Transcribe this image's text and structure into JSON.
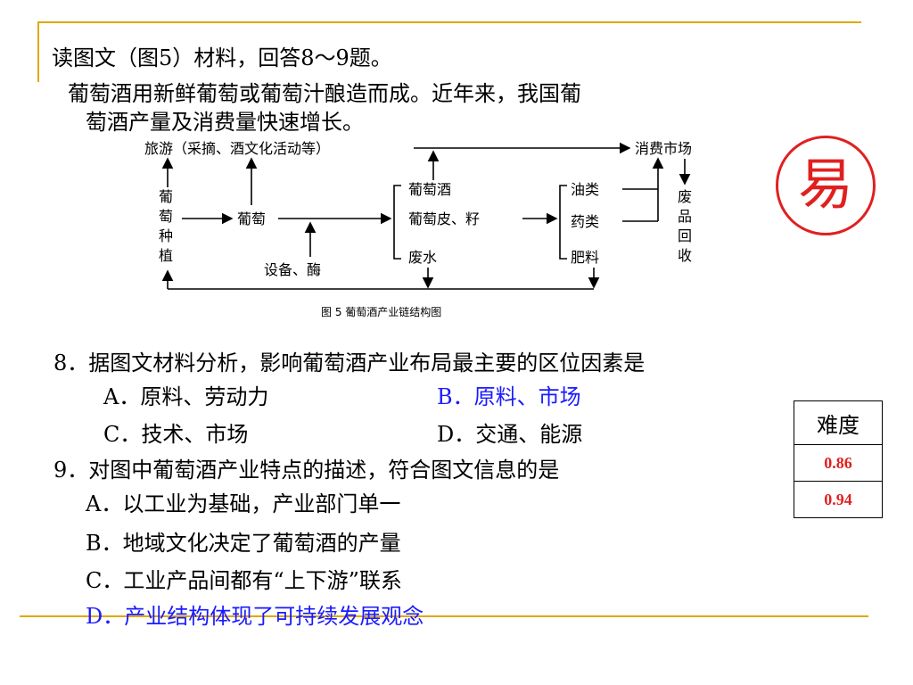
{
  "intro": {
    "line1": "读图文（图5）材料，回答8～9题。",
    "line2": "葡萄酒用新鲜葡萄或葡萄汁酿造而成。近年来，我国葡",
    "line3": "萄酒产量及消费量快速增长。"
  },
  "diagram": {
    "tourism": "旅游（采摘、酒文化活动等）",
    "consumer_market": "消费市场",
    "grape_growing": [
      "葡",
      "萄",
      "种",
      "植"
    ],
    "grape": "葡萄",
    "equipment": "设备、酶",
    "wine": "葡萄酒",
    "skin_seed": "葡萄皮、籽",
    "waste_water": "废水",
    "oils": "油类",
    "medicine": "药类",
    "fertilizer": "肥料",
    "recycling": [
      "废",
      "品",
      "回",
      "收"
    ],
    "caption": "图 5 葡萄酒产业链结构图"
  },
  "stamp": "易",
  "questions": {
    "q8": {
      "stem": "8．据图文材料分析，影响葡萄酒产业布局最主要的区位因素是",
      "a": "A．原料、劳动力",
      "b": "B．原料、市场",
      "c": "C．技术、市场",
      "d": "D．交通、能源"
    },
    "q9": {
      "stem": "9．对图中葡萄酒产业特点的描述，符合图文信息的是",
      "a": "A．以工业为基础，产业部门单一",
      "b": "B．地域文化决定了葡萄酒的产量",
      "c": "C．工业产品间都有“上下游”联系",
      "d": "D．产业结构体现了可持续发展观念"
    }
  },
  "difficulty": {
    "header": "难度",
    "values": [
      "0.86",
      "0.94"
    ]
  },
  "colors": {
    "answer": "#1a1aff",
    "stamp": "#e02020",
    "rule": "#e0a800"
  }
}
